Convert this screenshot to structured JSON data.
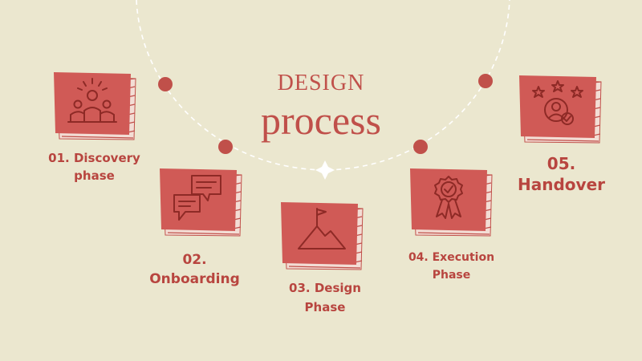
{
  "title": {
    "top": "DESIGN",
    "main": "process"
  },
  "steps": [
    {
      "label": "01. Discovery phase",
      "icon": "team-icon"
    },
    {
      "label": "02. Onboarding",
      "icon": "chat-bubbles-icon"
    },
    {
      "label": "03. Design Phase",
      "icon": "mountain-flag-icon"
    },
    {
      "label": "04. Execution Phase",
      "icon": "award-ribbon-icon"
    },
    {
      "label": "05. Handover",
      "icon": "user-stars-check-icon"
    }
  ],
  "colors": {
    "background": "#ebe7cf",
    "accent": "#d05a56",
    "text": "#b8453f",
    "icon_line": "#8e2a26"
  }
}
